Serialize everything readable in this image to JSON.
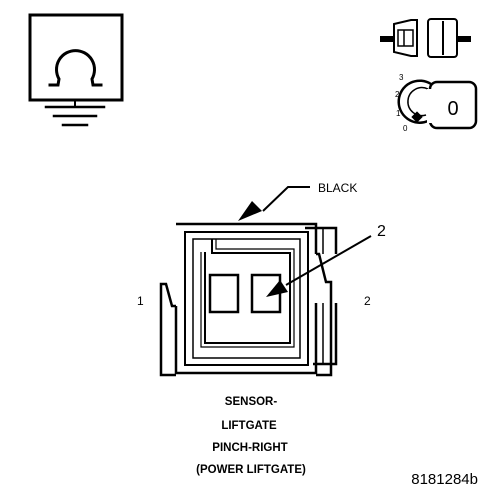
{
  "connector": {
    "color_label": "BLACK",
    "pin_left_label": "1",
    "pin_right_label": "2",
    "pin_callout_label": "2"
  },
  "meter_dial": {
    "positions": [
      "3",
      "2",
      "1",
      "0"
    ],
    "key_value": "0"
  },
  "caption": {
    "line1": "SENSOR-",
    "line2": "LIFTGATE",
    "line3": "PINCH-RIGHT",
    "line4": "(POWER LIFTGATE)"
  },
  "figure_id": "8181284b"
}
